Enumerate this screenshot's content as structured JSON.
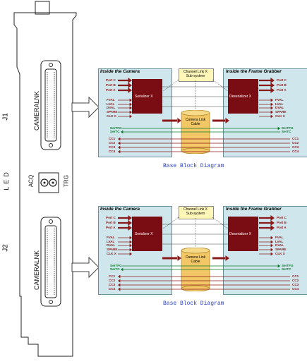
{
  "card": {
    "j1_label": "J1",
    "j2_label": "J2",
    "connector_label": "CAMERALNK",
    "led_label": "LED",
    "acq_label": "ACQ",
    "trg_label": "TRG"
  },
  "diagram": {
    "camera_title": "Inside the Camera",
    "grabber_title": "Inside the Frame Grabber",
    "subsystem_line1": "Channel Link X",
    "subsystem_line2": "Sub-system",
    "serializer_label": "Serializer X",
    "deserializer_label": "Deserializer X",
    "cable_line1": "Camera Link",
    "cable_line2": "Cable",
    "left_ports": [
      "Port C",
      "Port B",
      "Port A"
    ],
    "left_sync": [
      "FVAL",
      "LVAL",
      "DVAL",
      "SPARE",
      "CLK X"
    ],
    "right_ports": [
      "Port C",
      "Port B",
      "Port A"
    ],
    "right_sync": [
      "FVAL",
      "LVAL",
      "DVAL",
      "SPARE",
      "CLK X"
    ],
    "serial_left": [
      "SerTFG",
      "SerTC"
    ],
    "serial_right": [
      "SerTFG",
      "SerTC"
    ],
    "cc_left": [
      "CC1",
      "CC2",
      "CC3",
      "CC4"
    ],
    "cc_right": [
      "CC1",
      "CC2",
      "CC3",
      "CC4"
    ],
    "caption": "Base Block Diagram"
  },
  "colors": {
    "panel_bg": "#cfe6ec",
    "block": "#7a0d14",
    "cable": "#f3c766",
    "signal_red": "#8b1a1a",
    "signal_green": "#0a7a2a",
    "caption_blue": "#2a3fbf"
  }
}
